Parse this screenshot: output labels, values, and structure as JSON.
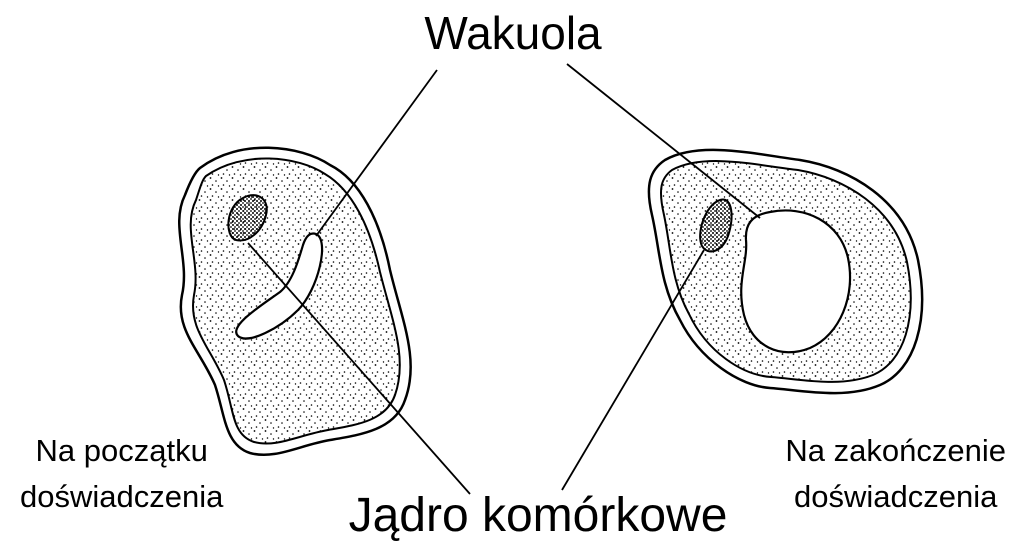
{
  "labels": {
    "vacuole": "Wakuola",
    "nucleus": "Jądro komórkowe",
    "start_line1": "Na początku",
    "start_line2": "doświadczenia",
    "end_line1": "Na zakończenie",
    "end_line2": "doświadczenia"
  },
  "colors": {
    "ink": "#000000",
    "paper": "#ffffff"
  }
}
